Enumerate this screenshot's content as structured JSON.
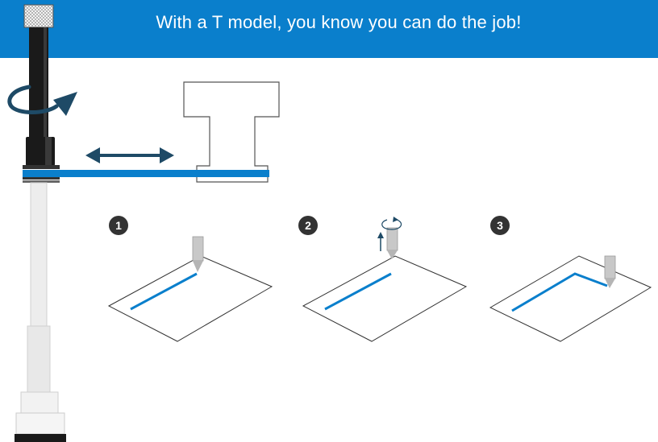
{
  "banner": {
    "title": "With a T model, you know you can do the job!"
  },
  "steps": [
    {
      "number": "1"
    },
    {
      "number": "2"
    },
    {
      "number": "3"
    }
  ],
  "colors": {
    "banner": "#0a7fcc",
    "accent_line": "#0a7fcc",
    "arrow": "#1e4a66",
    "tool_dark": "#1a1a1a",
    "tool_light": "#e9e9e9",
    "step_badge": "#333333"
  }
}
